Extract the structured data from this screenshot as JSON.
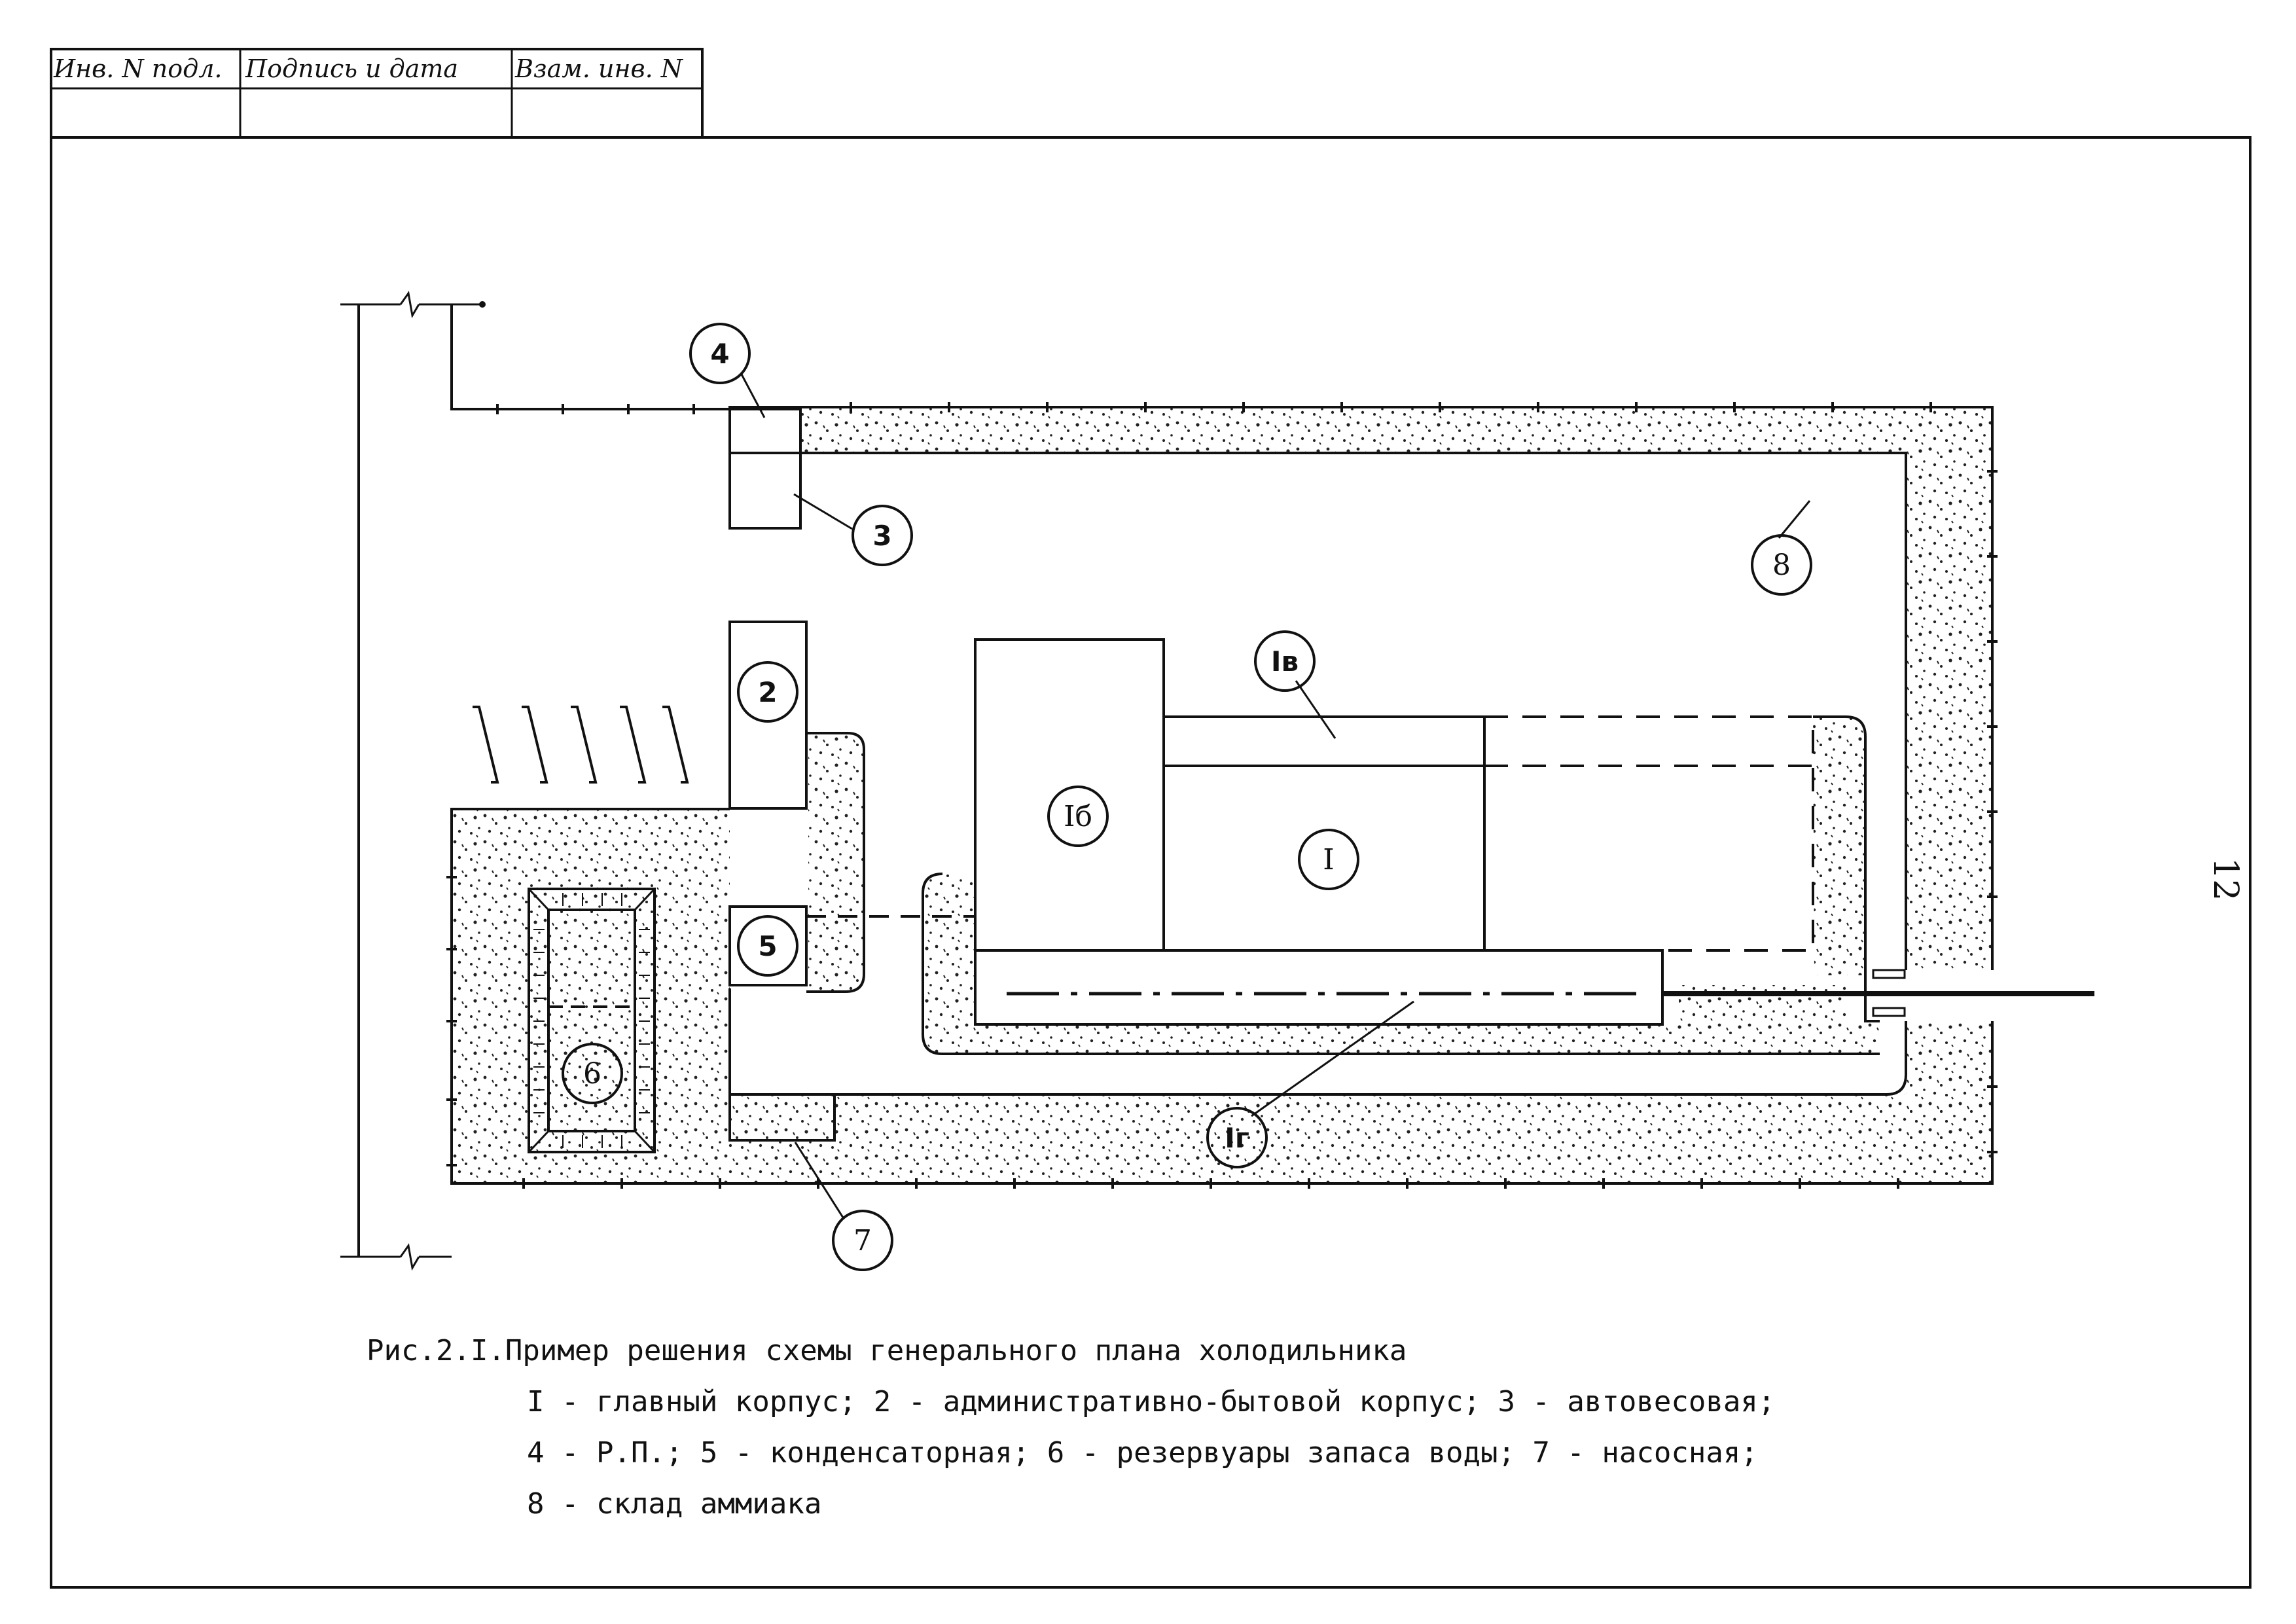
{
  "title_block": {
    "col1": "Инв. N подл.",
    "col2": "Подпись и дата",
    "col3": "Взам. инв. N"
  },
  "page_number": "12",
  "labels": {
    "main": "I",
    "main_b": "Iб",
    "main_v": "Iв",
    "main_g": "Iг",
    "n2": "2",
    "n3": "3",
    "n4": "4",
    "n5": "5",
    "n6": "6",
    "n7": "7",
    "n8": "8"
  },
  "caption": {
    "title": "Рис.2.I.Пример решения схемы генерального плана холодильника",
    "line1": "I - главный корпус; 2 - административно-бытовой корпус; 3 - автовесовая;",
    "line2": "4 - Р.П.; 5 - конденсаторная; 6 - резервуары запаса воды; 7 - насосная;",
    "line3": "8 - склад аммиака"
  }
}
